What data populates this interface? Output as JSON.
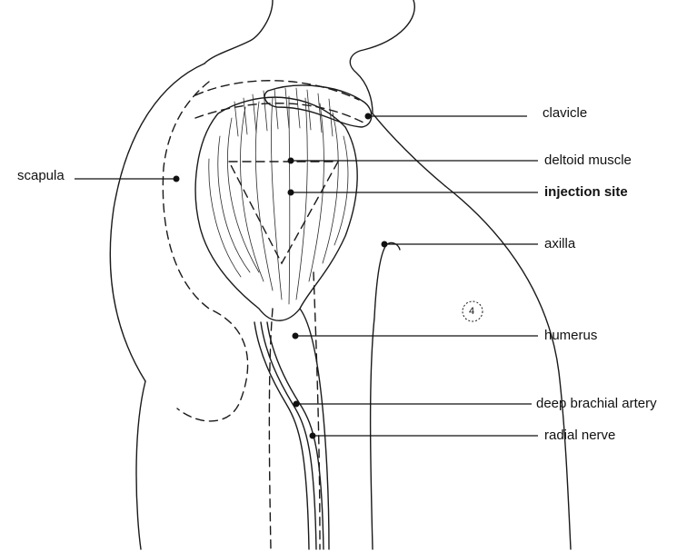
{
  "labels": {
    "scapula": "scapula",
    "clavicle": "clavicle",
    "deltoid_muscle": "deltoid muscle",
    "injection_site": "injection site",
    "axilla": "axilla",
    "humerus": "humerus",
    "deep_brachial_artery": "deep brachial artery",
    "radial_nerve": "radial nerve",
    "nipple_mark": "4"
  },
  "colors": {
    "ink": "#1a1a1a",
    "background": "#ffffff"
  }
}
